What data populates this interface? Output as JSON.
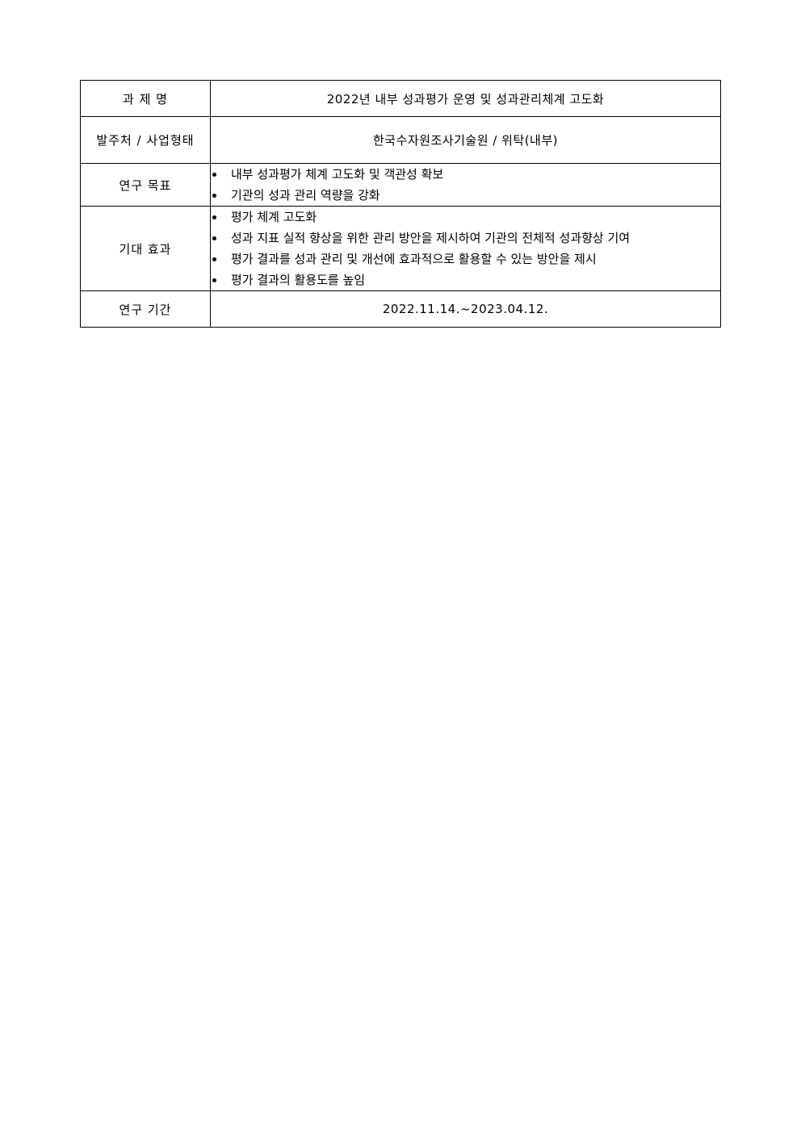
{
  "table": {
    "rows": [
      {
        "label": "과 제 명",
        "value": "2022년 내부 성과평가 운영 및 성과관리체계 고도화"
      },
      {
        "label": "발주처 / 사업형태",
        "value": "한국수자원조사기술원 / 위탁(내부)"
      },
      {
        "label": "연구 목표",
        "items": [
          "내부 성과평가 체계 고도화 및 객관성 확보",
          "기관의 성과 관리 역량을 강화"
        ]
      },
      {
        "label": "기대 효과",
        "items": [
          "평가 체계 고도화",
          "성과 지표 실적 향상을 위한 관리 방안을 제시하여 기관의 전체적 성과향상 기여",
          "평가 결과를 성과 관리 및 개선에 효과적으로 활용할 수 있는 방안을 제시",
          "평가 결과의 활용도를 높임"
        ]
      },
      {
        "label": "연구 기간",
        "value": "2022.11.14.~2023.04.12."
      }
    ]
  }
}
